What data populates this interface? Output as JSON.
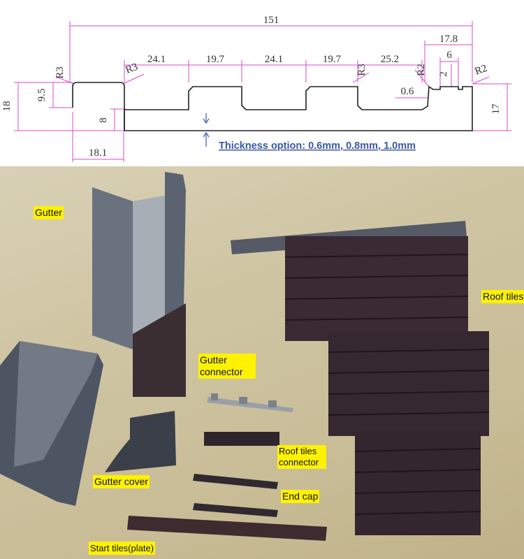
{
  "drawing": {
    "overall_width": "151",
    "top_right_width": "17.8",
    "segments": [
      "24.1",
      "19.7",
      "24.1",
      "19.7",
      "25.2"
    ],
    "radius_left": "R3",
    "radius_mid1": "R3",
    "radius_mid2": "R3",
    "radius_right_a": "R2",
    "radius_right_b": "R2",
    "slot_width": "6",
    "slot_depth": "2",
    "lip_thickness": "0.6",
    "height_left": "18",
    "height_left_lip": "9.5",
    "height_inner": "8",
    "height_right": "17",
    "bottom_left_width": "18.1",
    "thickness_note": "Thickness option: 0.6mm, 0.8mm, 1.0mm",
    "colors": {
      "dimension_lines": "#d94ad0",
      "profile": "#222222",
      "note": "#3a57a8"
    }
  },
  "photo": {
    "labels": {
      "gutter": "Gutter",
      "roof_tiles": "Roof tiles",
      "gutter_connector": "Gutter connector",
      "roof_tiles_connector": "Roof tiles connector",
      "gutter_cover": "Gutter cover",
      "end_cap": "End cap",
      "start_tiles": "Start tiles(plate)"
    },
    "colors": {
      "label_background": "#fff200",
      "tile_color": "#3a2a33",
      "gutter_color": "#5c6370"
    }
  }
}
